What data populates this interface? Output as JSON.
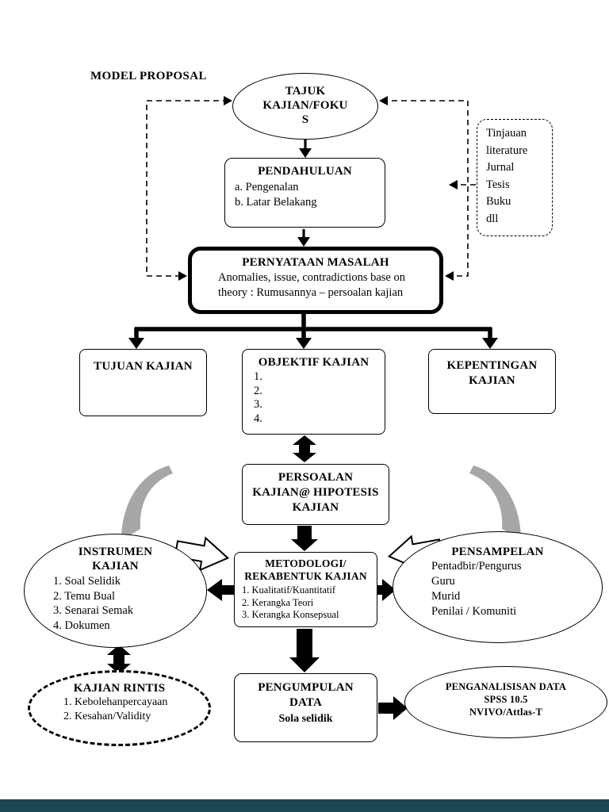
{
  "page": {
    "label": "MODEL PROPOSAL"
  },
  "colors": {
    "footer_bar": "#1b4652",
    "swoosh_gray": "#a6a6a6"
  },
  "nodes": {
    "tajuk": {
      "lines": [
        "TAJUK",
        "KAJIAN/FOKU",
        "S"
      ]
    },
    "pendahuluan": {
      "title": "PENDAHULUAN",
      "items": [
        "a.  Pengenalan",
        "b.  Latar Belakang"
      ]
    },
    "tinjauan": {
      "lines": [
        "Tinjauan",
        "literature",
        "Jurnal",
        "Tesis",
        "Buku",
        "dll"
      ]
    },
    "pernyataan": {
      "title": "PERNYATAAN MASALAH",
      "body": [
        "Anomalies,  issue,  contradictions  base  on",
        "theory :  Rumusannya – persoalan kajian"
      ]
    },
    "tujuan": {
      "title": "TUJUAN KAJIAN"
    },
    "objektif": {
      "title": "OBJEKTIF KAJIAN",
      "items": [
        "1.",
        "2.",
        "3.",
        "4."
      ]
    },
    "kepentingan": {
      "lines": [
        "KEPENTINGAN",
        "KAJIAN"
      ]
    },
    "persoalan": {
      "lines": [
        "PERSOALAN",
        "KAJIAN@ HIPOTESIS",
        "KAJIAN"
      ]
    },
    "instrumen": {
      "title_lines": [
        "INSTRUMEN",
        "KAJIAN"
      ],
      "items": [
        "1.  Soal Selidik",
        "2.  Temu Bual",
        "3.  Senarai Semak",
        "4.  Dokumen"
      ]
    },
    "metodologi": {
      "title_lines": [
        "METODOLOGI/",
        "REKABENTUK KAJIAN"
      ],
      "items": [
        "1. Kualitatif/Kuantitatif",
        "2. Kerangka Teori",
        "3. Kerangka Konsepsual"
      ]
    },
    "pensampelan": {
      "title": "PENSAMPELAN",
      "items": [
        "Pentadbir/Pengurus",
        "Guru",
        "Murid",
        "Penilai / Komuniti"
      ]
    },
    "kajian_rintis": {
      "title": "KAJIAN RINTIS",
      "items": [
        "1.  Kebolehanpercayaan",
        "2.  Kesahan/Validity"
      ]
    },
    "pengumpulan": {
      "title_lines": [
        "PENGUMPULAN",
        "DATA"
      ],
      "subtitle": "Sola selidik"
    },
    "penganalisisan": {
      "lines": [
        "PENGANALISISAN DATA",
        "SPSS 10.5",
        "NVIVO/Attlas-T"
      ]
    }
  }
}
